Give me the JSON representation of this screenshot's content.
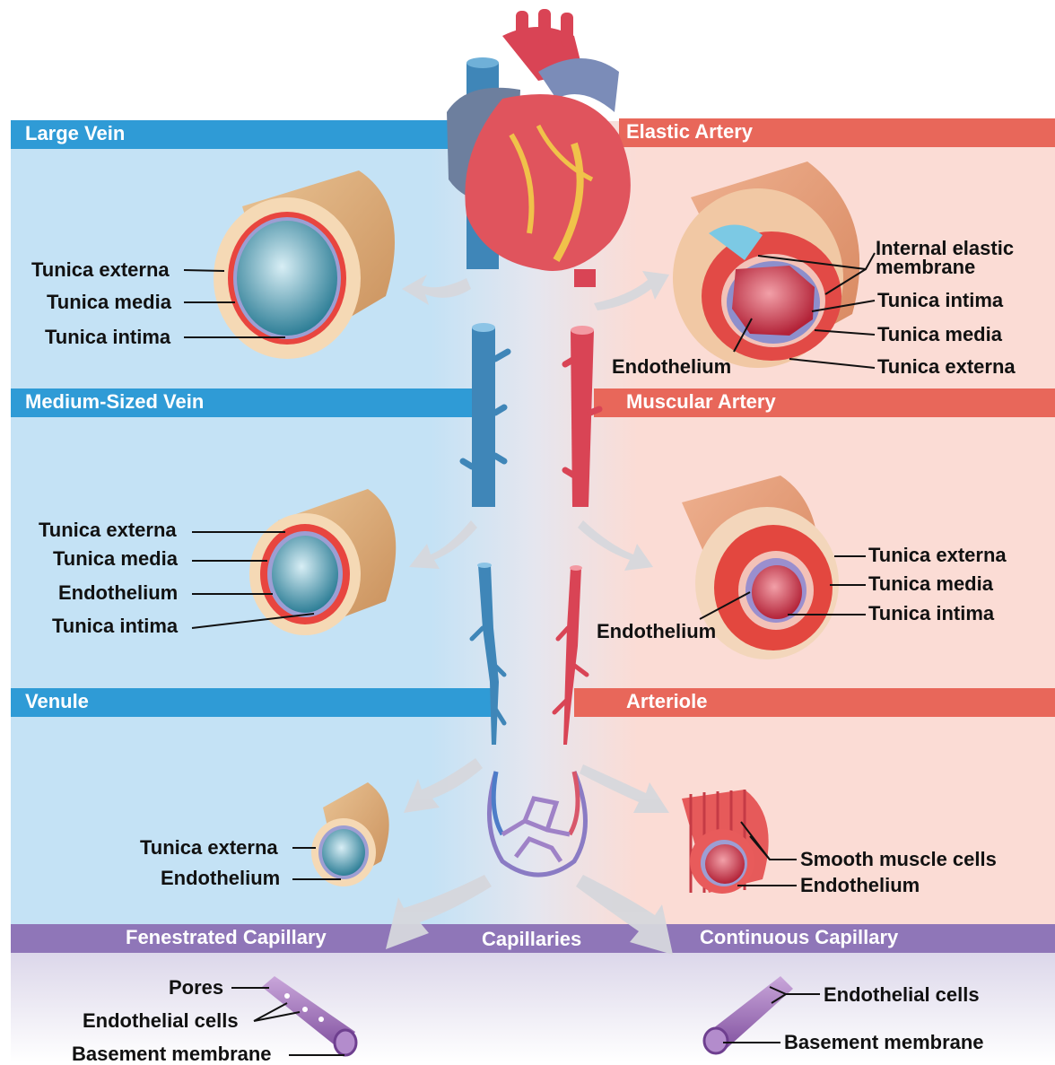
{
  "sections": {
    "large_vein": "Large Vein",
    "elastic_artery": "Elastic Artery",
    "medium_vein": "Medium-Sized Vein",
    "muscular_artery": "Muscular Artery",
    "venule": "Venule",
    "arteriole": "Arteriole",
    "fenestrated_capillary": "Fenestrated Capillary",
    "capillaries": "Capillaries",
    "continuous_capillary": "Continuous Capillary"
  },
  "labels": {
    "lv_externa": "Tunica externa",
    "lv_media": "Tunica media",
    "lv_intima": "Tunica intima",
    "ea_iem_line1": "Internal elastic",
    "ea_iem_line2": "membrane",
    "ea_intima": "Tunica intima",
    "ea_media": "Tunica media",
    "ea_endothelium": "Endothelium",
    "ea_externa": "Tunica externa",
    "mv_externa": "Tunica externa",
    "mv_media": "Tunica media",
    "mv_endothelium": "Endothelium",
    "mv_intima": "Tunica intima",
    "ma_externa": "Tunica externa",
    "ma_media": "Tunica media",
    "ma_intima": "Tunica intima",
    "ma_endothelium": "Endothelium",
    "vn_externa": "Tunica externa",
    "vn_endothelium": "Endothelium",
    "ar_smooth": "Smooth muscle cells",
    "ar_endothelium": "Endothelium",
    "fc_pores": "Pores",
    "fc_endocells": "Endothelial cells",
    "fc_basement": "Basement membrane",
    "cc_endocells": "Endothelial cells",
    "cc_basement": "Basement membrane"
  },
  "colors": {
    "vein_band": "#2f9bd6",
    "artery_band": "#e8675a",
    "capillary_band": "#8f76b8",
    "vein_bg": "#c4e2f5",
    "artery_bg": "#fbdcd5",
    "vein_vessel": "#3f86b8",
    "artery_vessel": "#d94455",
    "wall_tan": "#e3b683"
  }
}
